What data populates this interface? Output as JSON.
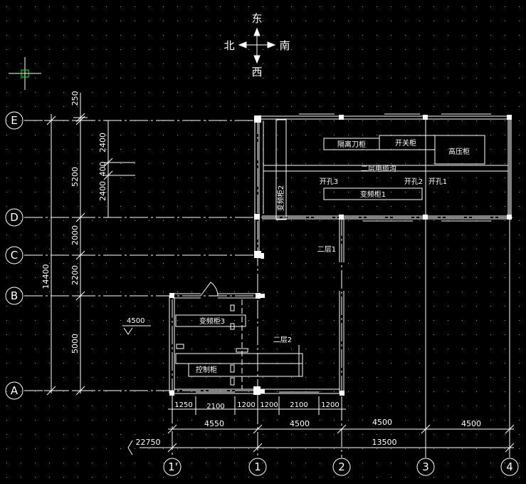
{
  "compass": {
    "north": "北",
    "south": "南",
    "east": "东",
    "west": "西"
  },
  "grid_rows": [
    "E",
    "D",
    "C",
    "B",
    "A"
  ],
  "grid_cols": [
    "1'",
    "1",
    "2",
    "3",
    "4"
  ],
  "left_dims": {
    "total": "14400",
    "segments": [
      "250",
      "5200",
      "2000",
      "2200",
      "5000"
    ],
    "sub": [
      "2400",
      "400",
      "2400"
    ]
  },
  "bottom_dims": {
    "openings_row": [
      "1250",
      "2100",
      "1200",
      "1200",
      "2100",
      "1200"
    ],
    "bays": [
      "4550",
      "4500",
      "4500",
      "4500"
    ],
    "overall_left": "22750",
    "overall_right": "13500"
  },
  "level_mark": "4500",
  "labels": {
    "isolator": "隔离刀柜",
    "switch": "开关柜",
    "hv": "高压柜",
    "cable_trench": "二层电缆沟",
    "hole1": "开孔1",
    "hole2": "开孔2",
    "hole3": "开孔3",
    "vfd1": "变频柜1",
    "vfd2": "变频柜2",
    "vfd3": "变频柜3",
    "control": "控制柜",
    "floor2a": "二层1",
    "floor2b": "二层2"
  }
}
